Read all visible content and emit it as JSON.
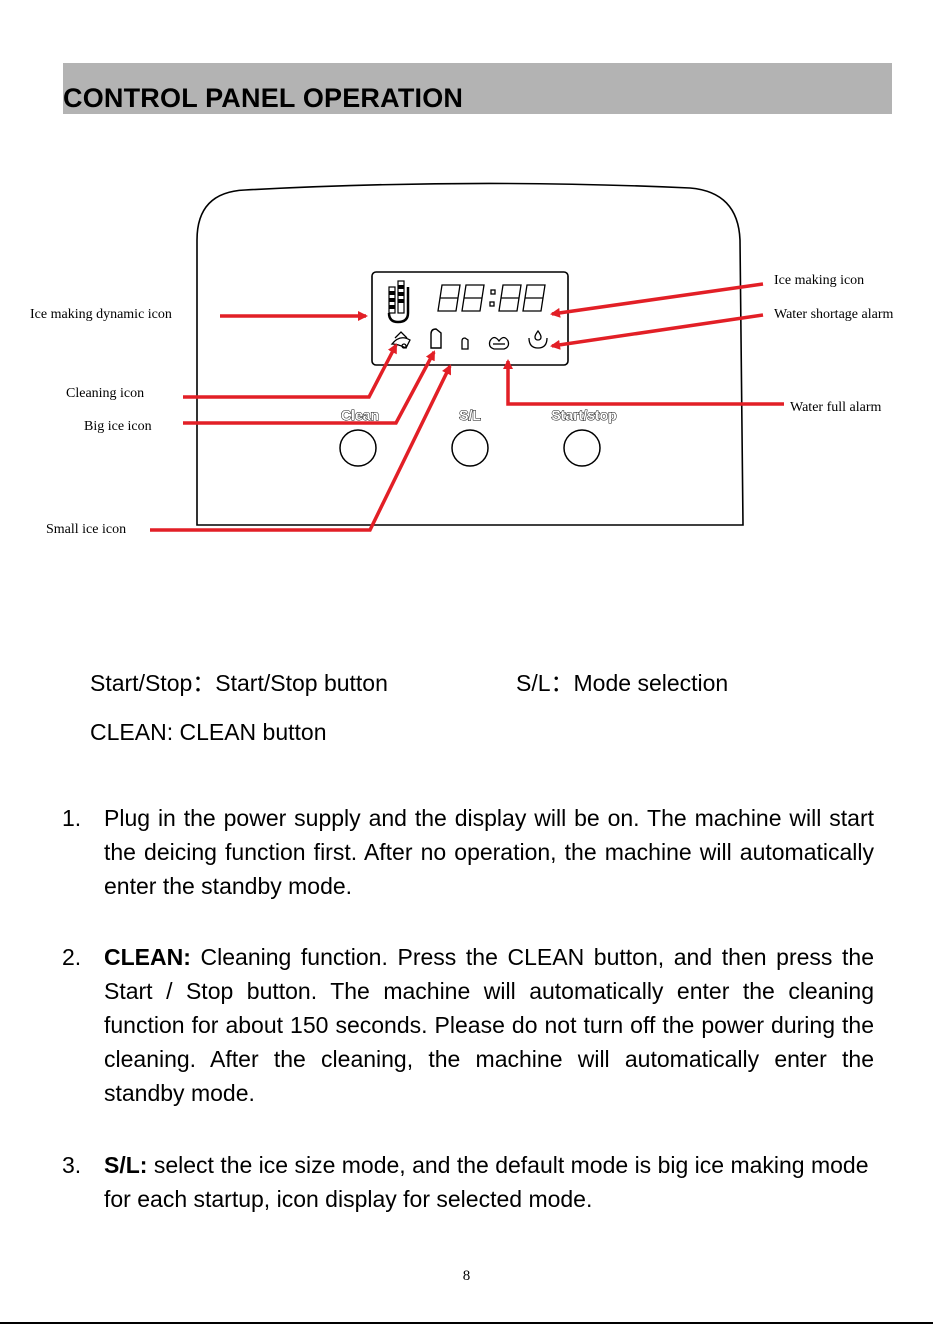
{
  "header": {
    "title": "CONTROL PANEL OPERATION"
  },
  "diagram": {
    "display": {
      "time_digits": "88:88"
    },
    "buttons": [
      {
        "label": "Clean"
      },
      {
        "label": "S/L"
      },
      {
        "label": "Start/stop"
      }
    ],
    "callouts_left": [
      {
        "text": "Ice making dynamic icon"
      },
      {
        "text": "Cleaning icon"
      },
      {
        "text": "Big ice icon"
      },
      {
        "text": "Small ice icon"
      }
    ],
    "callouts_right": [
      {
        "text": "Ice making icon"
      },
      {
        "text": "Water shortage alarm"
      },
      {
        "text": "Water full alarm"
      }
    ],
    "arrow_color": "#e21f26"
  },
  "legend": {
    "start_stop": "Start/Stop：Start/Stop button",
    "sl": "S/L：Mode selection",
    "clean": "CLEAN: CLEAN button"
  },
  "instructions": [
    {
      "number": "1.",
      "label": "",
      "text": "Plug in the power supply and the display will be on. The machine will start the deicing function first. After no operation, the machine will automatically enter the standby mode."
    },
    {
      "number": "2.",
      "label": "CLEAN:",
      "text": " Cleaning function. Press the CLEAN button, and then press the Start / Stop button. The machine will automatically enter the cleaning function for about 150 seconds. Please do not turn off the power during the cleaning. After the cleaning, the machine will automatically enter the standby mode."
    },
    {
      "number": "3.",
      "label": "S/L:",
      "text": " select the ice size mode, and the default mode is big ice making mode for each startup, icon display for selected mode."
    }
  ],
  "footer": {
    "page_number": "8"
  }
}
